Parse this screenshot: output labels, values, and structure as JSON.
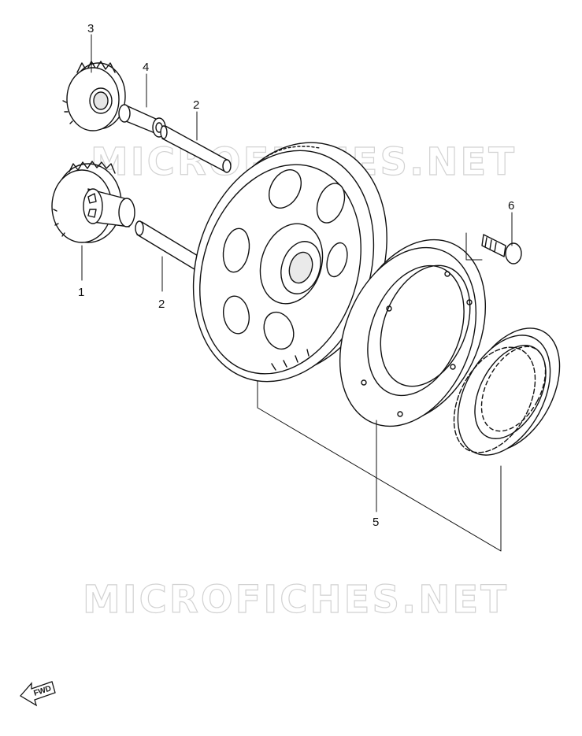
{
  "diagram": {
    "callouts": [
      {
        "id": "c1",
        "label": "1"
      },
      {
        "id": "c2a",
        "label": "2"
      },
      {
        "id": "c2b",
        "label": "2"
      },
      {
        "id": "c3",
        "label": "3"
      },
      {
        "id": "c4",
        "label": "4"
      },
      {
        "id": "c5",
        "label": "5"
      },
      {
        "id": "c6",
        "label": "6"
      }
    ],
    "watermark_text": "MICROFICHES.NET",
    "direction_label": "FWD"
  }
}
